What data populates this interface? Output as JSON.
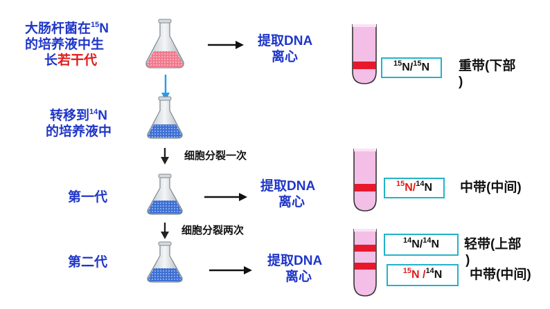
{
  "colors": {
    "label_blue": "#1f36c8",
    "label_red": "#e01a1a",
    "band_red": "#e8182c",
    "tube_pink": "#f3bfe6",
    "box_border": "#22b3c8",
    "arrow_light_blue": "#2a9bea",
    "liquid_red": "#e95a72",
    "liquid_blue": "#3d6fd4"
  },
  "step1": {
    "line1_prefix": "大肠杆菌在",
    "line1_sup": "15",
    "line1_suffix": "N",
    "line2": "的培养液中生",
    "line3_a": "长",
    "line3_b": "若干代",
    "action_line1": "提取DNA",
    "action_line2": "离心",
    "band_sup1": "15",
    "band_sep": "N/",
    "band_sup2": "15",
    "band_end": "N",
    "band_desc_line1": "重带(下部",
    "band_desc_line2": ")"
  },
  "transfer": {
    "line1_prefix": "转移到",
    "line1_sup": "14",
    "line1_suffix": "N",
    "line2": "的培养液中"
  },
  "division1": "细胞分裂一次",
  "gen1": {
    "label": "第一代",
    "action_line1": "提取DNA",
    "action_line2": "离心",
    "band_sup1": "15",
    "band_mid": "N/",
    "band_sup2": "14",
    "band_end": "N",
    "band_desc": "中带(中间)"
  },
  "division2": "细胞分裂两次",
  "gen2": {
    "label": "第二代",
    "action_line1": "提取DNA",
    "action_line2": "离心",
    "top_sup1": "14",
    "top_mid": "N/",
    "top_sup2": "14",
    "top_end": "N",
    "bottom_sup1": "15",
    "bottom_mid": "N /",
    "bottom_sup2": "14",
    "bottom_end": "N",
    "top_desc_line1": "轻带(上部",
    "top_desc_line2": ")",
    "bottom_desc": "中带(中间)"
  }
}
